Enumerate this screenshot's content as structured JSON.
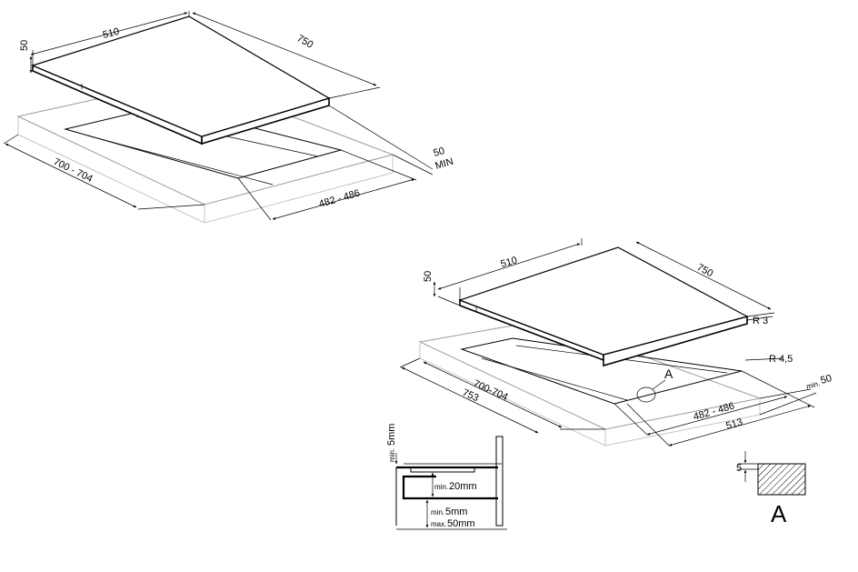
{
  "diagram1": {
    "width": "510",
    "depth": "750",
    "thickness": "50",
    "cutout_width": "700 - 704",
    "cutout_depth": "482 - 486",
    "min_gap_value": "50",
    "min_gap_label": "MIN"
  },
  "diagram2": {
    "width": "510",
    "depth": "750",
    "thickness": "50",
    "radius_top": "R 3",
    "radius_cut": "R 4,5",
    "min_prefix": "min.",
    "min_gap": "50",
    "cutout_width": "700-704",
    "overall_width": "753",
    "cutout_depth": "482 - 486",
    "overall_depth": "513",
    "detail_marker": "A"
  },
  "section": {
    "top_prefix": "min.",
    "top_value": "5mm",
    "mid_prefix": "min.",
    "mid_value": "20mm",
    "bottom_min_prefix": "min.",
    "bottom_min_value": "5mm",
    "bottom_max_prefix": "max.",
    "bottom_max_value": "50mm"
  },
  "detail": {
    "dimension": "5",
    "label": "A"
  }
}
